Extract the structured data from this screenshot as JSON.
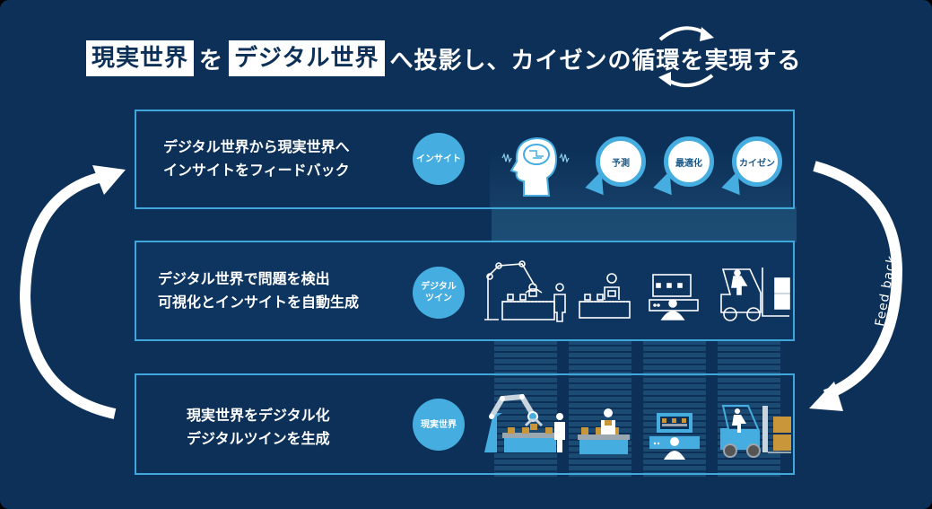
{
  "title": {
    "highlight_1": "現実世界",
    "connector_1": "を",
    "highlight_2": "デジタル世界",
    "rest_1": "へ投影し、カイゼンの",
    "cycle_word": "循環",
    "rest_2": "を実現する"
  },
  "layers": [
    {
      "id": "insight",
      "text_line_1": "デジタル世界から現実世界へ",
      "text_line_2": "インサイトをフィードバック",
      "badge": "インサイト",
      "icon": "brain-head-icon",
      "bubbles": [
        "予測",
        "最適化",
        "カイゼン"
      ]
    },
    {
      "id": "digital-twin",
      "text_line_1": "デジタル世界で問題を検出",
      "text_line_2": "可視化とインサイトを自動生成",
      "badge_line_1": "デジタル",
      "badge_line_2": "ツイン",
      "icons": [
        "robot-arm-line-icon",
        "worker-conveyor-line-icon",
        "monitor-operator-line-icon",
        "forklift-line-icon"
      ]
    },
    {
      "id": "real-world",
      "text_line_1": "現実世界をデジタル化",
      "text_line_2": "デジタルツインを生成",
      "badge": "現実世界",
      "icons": [
        "robot-arm-color-icon",
        "worker-conveyor-color-icon",
        "monitor-operator-color-icon",
        "forklift-color-icon"
      ]
    }
  ],
  "feedback_label": "Feed back",
  "colors": {
    "background": "#0c3058",
    "accent": "#45ade0",
    "panel_border": "#3fa7dc",
    "box_gold": "#c9973a",
    "text": "#ffffff"
  }
}
